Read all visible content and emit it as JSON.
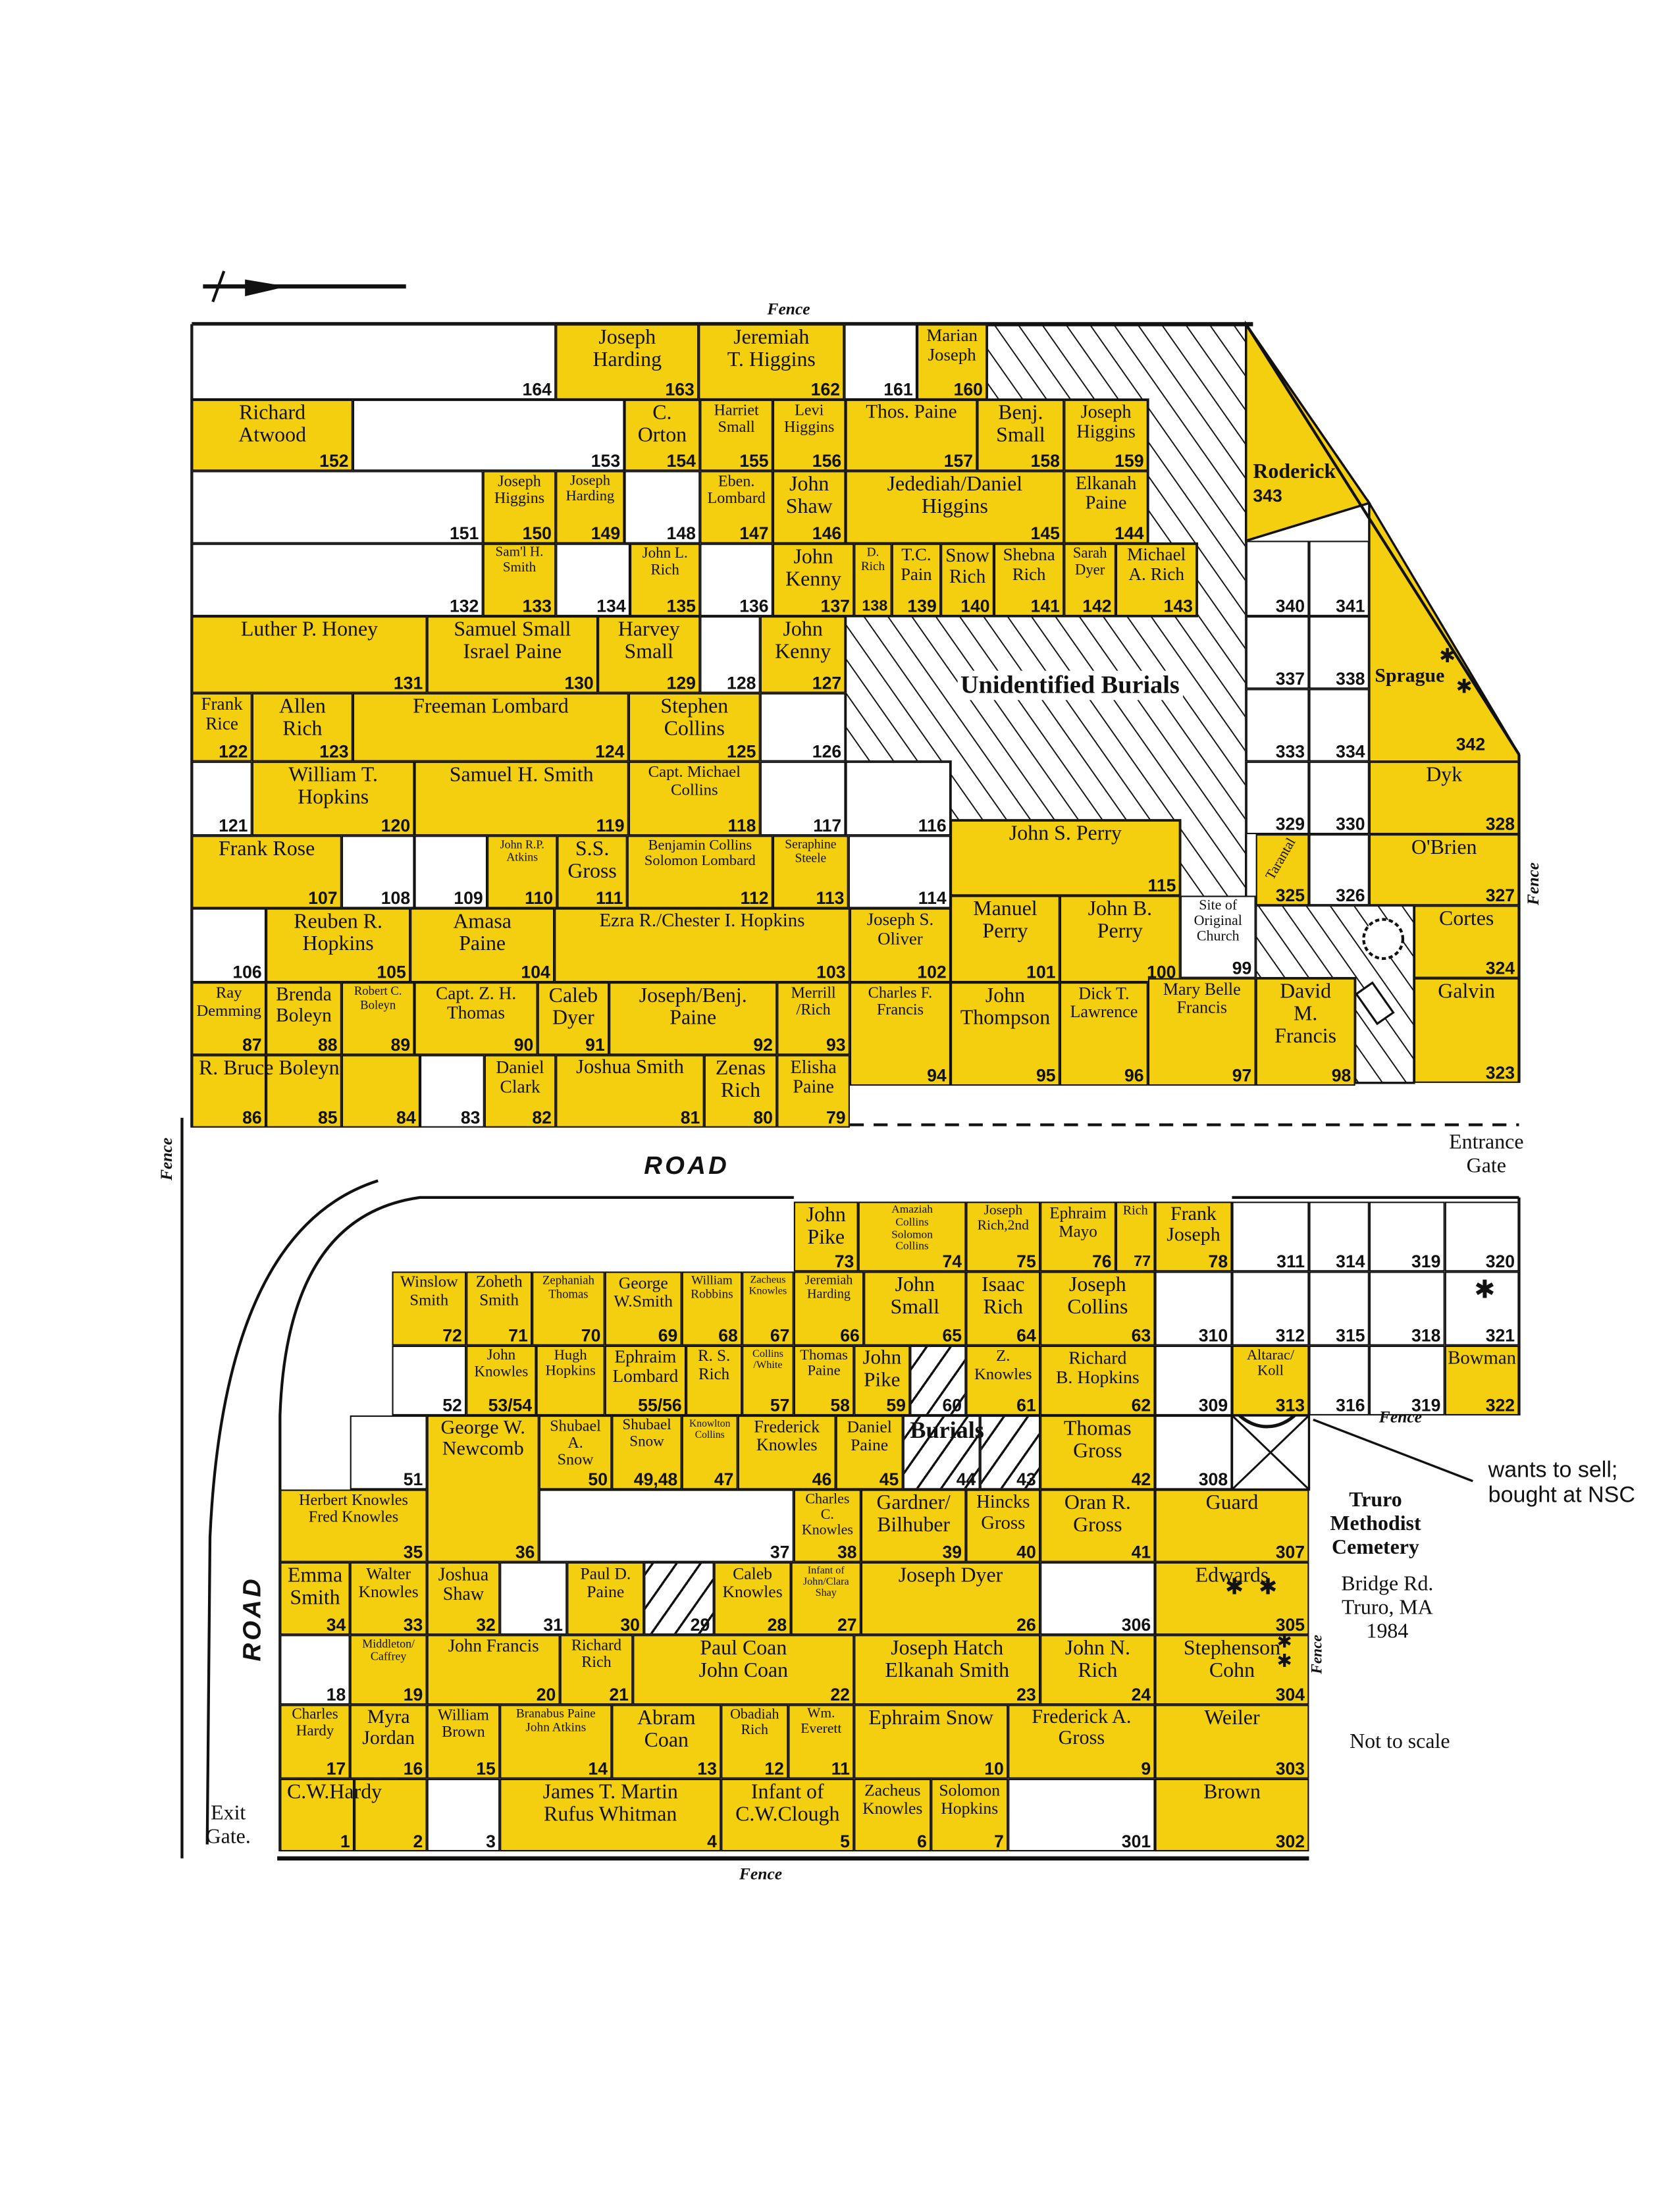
{
  "title": {
    "name": "Truro\nMethodist\nCemetery",
    "address": "Bridge Rd.\nTruro, MA\n1984",
    "scale_note": "Not to scale"
  },
  "annotation": "wants to sell;\nbought at NSC",
  "labels": {
    "fence": "Fence",
    "road": "ROAD",
    "entrance_gate": "Entrance\nGate",
    "exit_gate": "Exit\nGate.",
    "unidentified_burials": "Unidentified Burials"
  },
  "special": {
    "roderick": {
      "n": "343",
      "name": "Roderick"
    },
    "sprague": {
      "n": "342",
      "name": "Sprague"
    }
  },
  "colors": {
    "owned": "#f4cf10",
    "vacant": "#ffffff",
    "line": "#111111"
  },
  "plots": [
    {
      "n": "164",
      "name": "",
      "f": "w"
    },
    {
      "n": "163",
      "name": "Joseph\nHarding",
      "f": "y"
    },
    {
      "n": "162",
      "name": "Jeremiah\nT. Higgins",
      "f": "y"
    },
    {
      "n": "161",
      "name": "",
      "f": "w"
    },
    {
      "n": "160",
      "name": "Marian\nJoseph",
      "f": "y"
    },
    {
      "n": "152",
      "name": "Richard\nAtwood",
      "f": "y"
    },
    {
      "n": "153",
      "name": "",
      "f": "w"
    },
    {
      "n": "154",
      "name": "C.\nOrton",
      "f": "y"
    },
    {
      "n": "155",
      "name": "Harriet\nSmall",
      "f": "y"
    },
    {
      "n": "156",
      "name": "Levi\nHiggins",
      "f": "y"
    },
    {
      "n": "157",
      "name": "Thos. Paine",
      "f": "y"
    },
    {
      "n": "158",
      "name": "Benj.\nSmall",
      "f": "y"
    },
    {
      "n": "159",
      "name": "Joseph\nHiggins",
      "f": "y"
    },
    {
      "n": "151",
      "name": "",
      "f": "w"
    },
    {
      "n": "150",
      "name": "Joseph\nHiggins",
      "f": "y"
    },
    {
      "n": "149",
      "name": "Joseph\nHarding",
      "f": "y"
    },
    {
      "n": "148",
      "name": "",
      "f": "w"
    },
    {
      "n": "147",
      "name": "Eben.\nLombard",
      "f": "y"
    },
    {
      "n": "146",
      "name": "John\nShaw",
      "f": "y"
    },
    {
      "n": "145",
      "name": "Jedediah/Daniel\nHiggins",
      "f": "y"
    },
    {
      "n": "144",
      "name": "Elkanah\nPaine",
      "f": "y"
    },
    {
      "n": "132",
      "name": "",
      "f": "w"
    },
    {
      "n": "133",
      "name": "Sam'l H.\nSmith",
      "f": "y"
    },
    {
      "n": "134",
      "name": "",
      "f": "w"
    },
    {
      "n": "135",
      "name": "John L.\nRich",
      "f": "y"
    },
    {
      "n": "136",
      "name": "",
      "f": "w"
    },
    {
      "n": "137",
      "name": "John\nKenny",
      "f": "y"
    },
    {
      "n": "138",
      "name": "D.\nRich",
      "f": "y"
    },
    {
      "n": "139",
      "name": "T.C.\nPain",
      "f": "y"
    },
    {
      "n": "140",
      "name": "Snow\nRich",
      "f": "y"
    },
    {
      "n": "141",
      "name": "Shebna\nRich",
      "f": "y"
    },
    {
      "n": "142",
      "name": "Sarah\nDyer",
      "f": "y"
    },
    {
      "n": "143",
      "name": "Michael\nA. Rich",
      "f": "y"
    },
    {
      "n": "131",
      "name": "Luther P. Honey",
      "f": "y"
    },
    {
      "n": "130",
      "name": "Samuel Small\nIsrael Paine",
      "f": "y"
    },
    {
      "n": "129",
      "name": "Harvey\nSmall",
      "f": "y"
    },
    {
      "n": "128",
      "name": "",
      "f": "w"
    },
    {
      "n": "127",
      "name": "John\nKenny",
      "f": "y"
    },
    {
      "n": "122",
      "name": "Frank\nRice",
      "f": "y"
    },
    {
      "n": "123",
      "name": "Allen\nRich",
      "f": "y"
    },
    {
      "n": "124",
      "name": "Freeman Lombard",
      "f": "y"
    },
    {
      "n": "125",
      "name": "Stephen\nCollins",
      "f": "y"
    },
    {
      "n": "126",
      "name": "",
      "f": "w"
    },
    {
      "n": "121",
      "name": "",
      "f": "w"
    },
    {
      "n": "120",
      "name": "William T.\nHopkins",
      "f": "y"
    },
    {
      "n": "119",
      "name": "Samuel H. Smith",
      "f": "y"
    },
    {
      "n": "118",
      "name": "Capt. Michael\nCollins",
      "f": "y"
    },
    {
      "n": "117",
      "name": "",
      "f": "w"
    },
    {
      "n": "116",
      "name": "",
      "f": "w"
    },
    {
      "n": "107",
      "name": "Frank Rose",
      "f": "y"
    },
    {
      "n": "108",
      "name": "",
      "f": "w"
    },
    {
      "n": "109",
      "name": "",
      "f": "w"
    },
    {
      "n": "110",
      "name": "John R.P.\nAtkins",
      "f": "y"
    },
    {
      "n": "111",
      "name": "S.S.\nGross",
      "f": "y"
    },
    {
      "n": "112",
      "name": "Benjamin Collins\nSolomon Lombard",
      "f": "y"
    },
    {
      "n": "113",
      "name": "Seraphine\nSteele",
      "f": "y"
    },
    {
      "n": "114",
      "name": "",
      "f": "w"
    },
    {
      "n": "115",
      "name": "John S. Perry",
      "f": "y"
    },
    {
      "n": "106",
      "name": "",
      "f": "w"
    },
    {
      "n": "105",
      "name": "Reuben R.\nHopkins",
      "f": "y"
    },
    {
      "n": "104",
      "name": "Amasa\nPaine",
      "f": "y"
    },
    {
      "n": "103",
      "name": "Ezra R./Chester I. Hopkins",
      "f": "y"
    },
    {
      "n": "102",
      "name": "Joseph S.\nOliver",
      "f": "y"
    },
    {
      "n": "101",
      "name": "Manuel\nPerry",
      "f": "y"
    },
    {
      "n": "100",
      "name": "John B.\nPerry",
      "f": "y"
    },
    {
      "n": "99",
      "name": "Site of\nOriginal\nChurch",
      "f": "w"
    },
    {
      "n": "87",
      "name": "Ray\nDemming",
      "f": "y"
    },
    {
      "n": "88",
      "name": "Brenda\nBoleyn",
      "f": "y"
    },
    {
      "n": "89",
      "name": "Robert C.\nBoleyn",
      "f": "y"
    },
    {
      "n": "90",
      "name": "Capt. Z. H.\nThomas",
      "f": "y"
    },
    {
      "n": "91",
      "name": "Caleb\nDyer",
      "f": "y"
    },
    {
      "n": "92",
      "name": "Joseph/Benj.\nPaine",
      "f": "y"
    },
    {
      "n": "93",
      "name": "Merrill\n/Rich",
      "f": "y"
    },
    {
      "n": "94",
      "name": "Charles F.\nFrancis",
      "f": "y"
    },
    {
      "n": "95",
      "name": "John\nThompson",
      "f": "y"
    },
    {
      "n": "96",
      "name": "Dick T.\nLawrence",
      "f": "y"
    },
    {
      "n": "97",
      "name": "Mary Belle\nFrancis",
      "f": "y"
    },
    {
      "n": "98",
      "name": "David\nM.\nFrancis",
      "f": "y"
    },
    {
      "n": "86",
      "name": "R. Bruce Boleyn",
      "f": "y"
    },
    {
      "n": "85",
      "name": "",
      "f": "y"
    },
    {
      "n": "84",
      "name": "",
      "f": "y"
    },
    {
      "n": "83",
      "name": "",
      "f": "w"
    },
    {
      "n": "82",
      "name": "Daniel\nClark",
      "f": "y"
    },
    {
      "n": "81",
      "name": "Joshua Smith",
      "f": "y"
    },
    {
      "n": "80",
      "name": "Zenas\nRich",
      "f": "y"
    },
    {
      "n": "79",
      "name": "Elisha\nPaine",
      "f": "y"
    },
    {
      "n": "340",
      "name": "",
      "f": "w"
    },
    {
      "n": "341",
      "name": "",
      "f": "w"
    },
    {
      "n": "337",
      "name": "",
      "f": "w"
    },
    {
      "n": "338",
      "name": "",
      "f": "w"
    },
    {
      "n": "333",
      "name": "",
      "f": "w"
    },
    {
      "n": "334",
      "name": "",
      "f": "w"
    },
    {
      "n": "329",
      "name": "",
      "f": "w"
    },
    {
      "n": "330",
      "name": "",
      "f": "w"
    },
    {
      "n": "325",
      "name": "Tarantal",
      "f": "y"
    },
    {
      "n": "326",
      "name": "",
      "f": "w"
    },
    {
      "n": "328",
      "name": "Dyk",
      "f": "y"
    },
    {
      "n": "327",
      "name": "O'Brien",
      "f": "y"
    },
    {
      "n": "324",
      "name": "Cortes",
      "f": "y"
    },
    {
      "n": "323",
      "name": "Galvin",
      "f": "y"
    },
    {
      "n": "73",
      "name": "John\nPike",
      "f": "y"
    },
    {
      "n": "74",
      "name": "Amaziah\nCollins\nSolomon\nCollins",
      "f": "y"
    },
    {
      "n": "75",
      "name": "Joseph\nRich,2nd",
      "f": "y"
    },
    {
      "n": "76",
      "name": "Ephraim\nMayo",
      "f": "y"
    },
    {
      "n": "77",
      "name": "Rich",
      "f": "y"
    },
    {
      "n": "78",
      "name": "Frank\nJoseph",
      "f": "y"
    },
    {
      "n": "311",
      "name": "",
      "f": "w"
    },
    {
      "n": "314",
      "name": "",
      "f": "w"
    },
    {
      "n": "319",
      "name": "",
      "f": "w"
    },
    {
      "n": "320",
      "name": "",
      "f": "w"
    },
    {
      "n": "72",
      "name": "Winslow\nSmith",
      "f": "y"
    },
    {
      "n": "71",
      "name": "Zoheth\nSmith",
      "f": "y"
    },
    {
      "n": "70",
      "name": "Zephaniah\nThomas",
      "f": "y"
    },
    {
      "n": "69",
      "name": "George\nW.Smith",
      "f": "y"
    },
    {
      "n": "68",
      "name": "William\nRobbins",
      "f": "y"
    },
    {
      "n": "67",
      "name": "Zacheus\nKnowles",
      "f": "y"
    },
    {
      "n": "66",
      "name": "Jeremiah\nHarding",
      "f": "y"
    },
    {
      "n": "65",
      "name": "John\nSmall",
      "f": "y"
    },
    {
      "n": "64",
      "name": "Isaac\nRich",
      "f": "y"
    },
    {
      "n": "63",
      "name": "Joseph\nCollins",
      "f": "y"
    },
    {
      "n": "310",
      "name": "",
      "f": "w"
    },
    {
      "n": "312",
      "name": "",
      "f": "w"
    },
    {
      "n": "315",
      "name": "",
      "f": "w"
    },
    {
      "n": "318",
      "name": "",
      "f": "w"
    },
    {
      "n": "321",
      "name": "",
      "f": "w"
    },
    {
      "n": "52",
      "name": "",
      "f": "w"
    },
    {
      "n": "53/54",
      "name": "John\nKnowles",
      "f": "y"
    },
    {
      "n": "",
      "name": "Hugh\nHopkins",
      "f": "y"
    },
    {
      "n": "55/56",
      "name": "Ephraim\nLombard",
      "f": "y"
    },
    {
      "n": "",
      "name": "R. S.\nRich",
      "f": "y"
    },
    {
      "n": "57",
      "name": "Collins\n/White",
      "f": "y"
    },
    {
      "n": "58",
      "name": "Thomas\nPaine",
      "f": "y"
    },
    {
      "n": "59",
      "name": "John\nPike",
      "f": "y"
    },
    {
      "n": "60",
      "name": "",
      "f": "h"
    },
    {
      "n": "61",
      "name": "Z.\nKnowles",
      "f": "y"
    },
    {
      "n": "62",
      "name": "Richard\nB. Hopkins",
      "f": "y"
    },
    {
      "n": "309",
      "name": "",
      "f": "w"
    },
    {
      "n": "313",
      "name": "Altarac/\nKoll",
      "f": "y"
    },
    {
      "n": "316",
      "name": "",
      "f": "w"
    },
    {
      "n": "319",
      "name": "",
      "f": "w"
    },
    {
      "n": "322",
      "name": "Bowman",
      "f": "y"
    },
    {
      "n": "51",
      "name": "",
      "f": "w"
    },
    {
      "n": "36",
      "name": "George W.\nNewcomb",
      "f": "y"
    },
    {
      "n": "50",
      "name": "Shubael\nA.\nSnow",
      "f": "y"
    },
    {
      "n": "49,48",
      "name": "Shubael\nSnow",
      "f": "y"
    },
    {
      "n": "47",
      "name": "Knowlton\nCollins",
      "f": "y"
    },
    {
      "n": "46",
      "name": "Frederick\nKnowles",
      "f": "y"
    },
    {
      "n": "45",
      "name": "Daniel\nPaine",
      "f": "y"
    },
    {
      "n": "44",
      "name": "Burials",
      "f": "h"
    },
    {
      "n": "43",
      "name": "",
      "f": "h"
    },
    {
      "n": "42",
      "name": "Thomas\nGross",
      "f": "y"
    },
    {
      "n": "308",
      "name": "",
      "f": "w"
    },
    {
      "n": "35",
      "name": "Herbert Knowles\nFred Knowles",
      "f": "y"
    },
    {
      "n": "37",
      "name": "",
      "f": "w"
    },
    {
      "n": "38",
      "name": "Charles\nC.\nKnowles",
      "f": "y"
    },
    {
      "n": "39",
      "name": "Gardner/\nBilhuber",
      "f": "y"
    },
    {
      "n": "40",
      "name": "Hincks\nGross",
      "f": "y"
    },
    {
      "n": "41",
      "name": "Oran R.\nGross",
      "f": "y"
    },
    {
      "n": "307",
      "name": "Guard",
      "f": "y"
    },
    {
      "n": "34",
      "name": "Emma\nSmith",
      "f": "y"
    },
    {
      "n": "33",
      "name": "Walter\nKnowles",
      "f": "y"
    },
    {
      "n": "32",
      "name": "Joshua\nShaw",
      "f": "y"
    },
    {
      "n": "31",
      "name": "",
      "f": "w"
    },
    {
      "n": "30",
      "name": "Paul D.\nPaine",
      "f": "y"
    },
    {
      "n": "29",
      "name": "",
      "f": "h"
    },
    {
      "n": "28",
      "name": "Caleb\nKnowles",
      "f": "y"
    },
    {
      "n": "27",
      "name": "Infant of\nJohn/Clara\nShay",
      "f": "y"
    },
    {
      "n": "26",
      "name": "Joseph Dyer",
      "f": "y"
    },
    {
      "n": "306",
      "name": "",
      "f": "w"
    },
    {
      "n": "305",
      "name": "Edwards",
      "f": "y"
    },
    {
      "n": "18",
      "name": "",
      "f": "w"
    },
    {
      "n": "19",
      "name": "Middleton/\nCaffrey",
      "f": "y"
    },
    {
      "n": "20",
      "name": "John Francis",
      "f": "y"
    },
    {
      "n": "21",
      "name": "Richard\nRich",
      "f": "y"
    },
    {
      "n": "22",
      "name": "Paul Coan\nJohn Coan",
      "f": "y"
    },
    {
      "n": "23",
      "name": "Joseph Hatch\nElkanah Smith",
      "f": "y"
    },
    {
      "n": "24",
      "name": "John N.\nRich",
      "f": "y"
    },
    {
      "n": "304",
      "name": "Stephenson\nCohn",
      "f": "y"
    },
    {
      "n": "17",
      "name": "Charles\nHardy",
      "f": "y"
    },
    {
      "n": "16",
      "name": "Myra\nJordan",
      "f": "y"
    },
    {
      "n": "15",
      "name": "William\nBrown",
      "f": "y"
    },
    {
      "n": "14",
      "name": "Branabus Paine\nJohn Atkins",
      "f": "y"
    },
    {
      "n": "13",
      "name": "Abram\nCoan",
      "f": "y"
    },
    {
      "n": "12",
      "name": "Obadiah\nRich",
      "f": "y"
    },
    {
      "n": "11",
      "name": "Wm.\nEverett",
      "f": "y"
    },
    {
      "n": "10",
      "name": "Ephraim Snow",
      "f": "y"
    },
    {
      "n": "9",
      "name": "Frederick A.\nGross",
      "f": "y"
    },
    {
      "n": "303",
      "name": "Weiler",
      "f": "y"
    },
    {
      "n": "1",
      "name": "C.W.Hardy",
      "f": "y"
    },
    {
      "n": "2",
      "name": "",
      "f": "y"
    },
    {
      "n": "3",
      "name": "",
      "f": "w"
    },
    {
      "n": "4",
      "name": "James T. Martin\nRufus Whitman",
      "f": "y"
    },
    {
      "n": "5",
      "name": "Infant of\nC.W.Clough",
      "f": "y"
    },
    {
      "n": "6",
      "name": "Zacheus\nKnowles",
      "f": "y"
    },
    {
      "n": "7",
      "name": "Solomon\nHopkins",
      "f": "y"
    },
    {
      "n": "301",
      "name": "",
      "f": "w"
    },
    {
      "n": "302",
      "name": "Brown",
      "f": "y"
    }
  ]
}
